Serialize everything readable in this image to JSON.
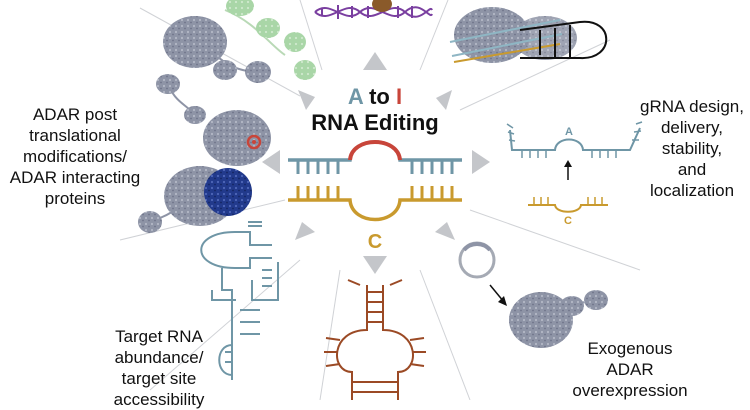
{
  "title": {
    "a": "A",
    "to": "to",
    "i": "I",
    "line2": "RNA Editing"
  },
  "center": {
    "c_letter": "C"
  },
  "gRNA_inset": {
    "a": "A",
    "c": "C"
  },
  "labels": {
    "left": [
      "ADAR post",
      "translational",
      "modifications/",
      "ADAR interacting",
      "proteins"
    ],
    "right": [
      "gRNA design,",
      "delivery,",
      "stability,",
      "and",
      "localization"
    ],
    "bottom_left": [
      "Target RNA",
      "abundance/",
      "target site",
      "accessibility"
    ],
    "bottom_right": [
      "Exogenous",
      "ADAR",
      "overexpression"
    ]
  },
  "colors": {
    "adenosine_blue": "#6f96a6",
    "inosine_red": "#c8453a",
    "cytidine_gold": "#c99a2e",
    "protein_gray": "#8e94a6",
    "protein_green": "#a9d6a7",
    "protein_navy": "#223a8c",
    "rna_brown": "#9b4a25",
    "dna_purple": "#7a3fa0",
    "arrow_gray": "#c4c6ca"
  }
}
